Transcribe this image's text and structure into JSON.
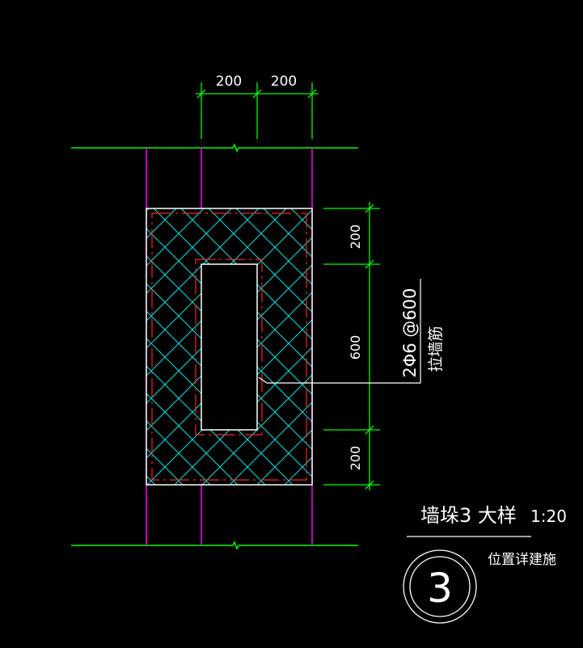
{
  "drawing": {
    "top_dims": [
      "200",
      "200"
    ],
    "right_dims": [
      "200",
      "600",
      "200"
    ],
    "rebar_note": "2Φ6 @600",
    "rebar_desc": "拉墙筋",
    "title": "墙垛3 大样",
    "scale": "1:20",
    "detail_number": "3",
    "location_note": "位置详建施"
  },
  "colors": {
    "background": "#000000",
    "dimension": "#00ff00",
    "wall": "#ff00ff",
    "hatch": "#00ffff",
    "rebar": "#ff2020",
    "outline": "#ffffff"
  }
}
